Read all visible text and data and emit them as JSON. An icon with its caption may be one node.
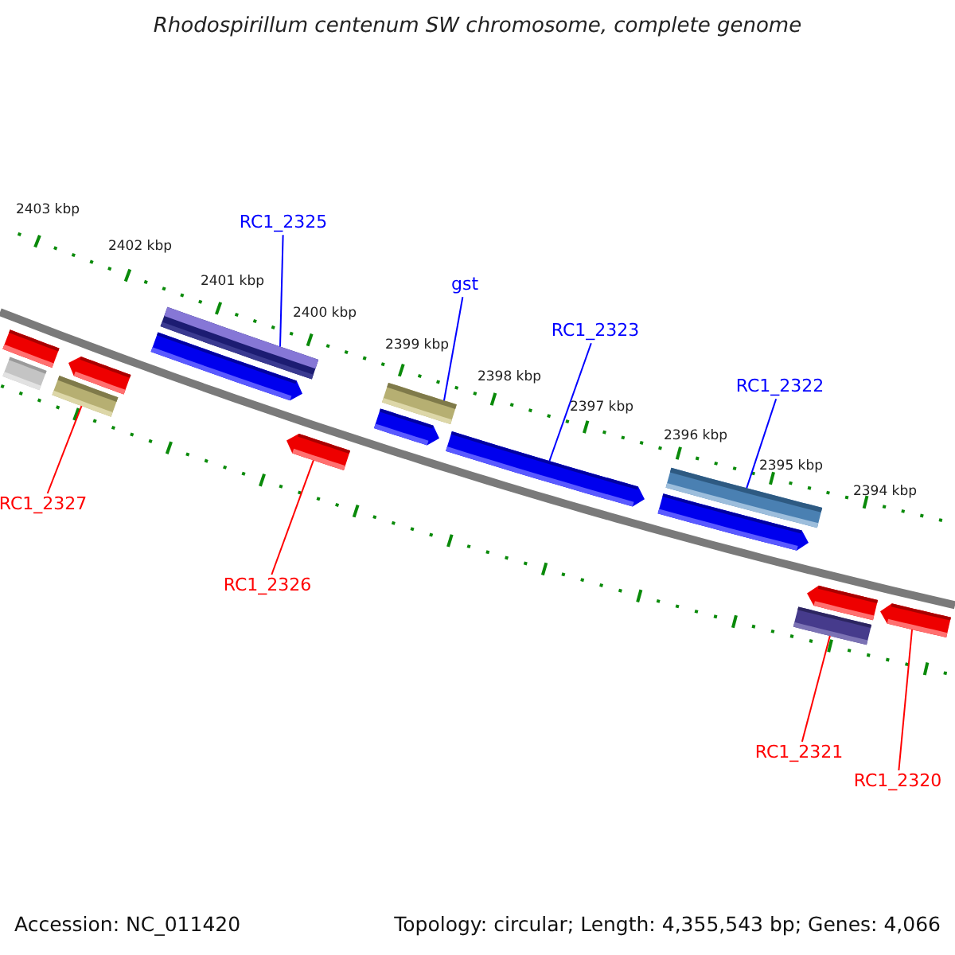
{
  "diagram": {
    "title": "Rhodospirillum centenum SW chromosome, complete genome",
    "nodes": [
      {
        "text": [
          "RC1_2325"
        ]
      },
      {
        "text": [
          "gst"
        ]
      },
      {
        "text": [
          "RC1_2323"
        ]
      },
      {
        "text": [
          "RC1_2322"
        ]
      },
      {
        "text": [
          "RC1_2327"
        ]
      },
      {
        "text": [
          "RC1_2326"
        ]
      },
      {
        "text": [
          "RC1_2321"
        ]
      },
      {
        "text": [
          "RC1_2320"
        ]
      },
      {
        "text": [],
        "shape": "bar"
      },
      {
        "text": [],
        "shape": "bar"
      },
      {
        "text": [],
        "shape": "bar"
      },
      {
        "text": [],
        "shape": "bar"
      },
      {
        "text": [],
        "shape": "bar"
      },
      {
        "text": [],
        "shape": "bar"
      },
      {
        "text": [],
        "shape": "bar"
      },
      {
        "text": [],
        "shape": "bar"
      },
      {
        "text": [],
        "shape": "bar"
      },
      {
        "text": [],
        "shape": "bar"
      },
      {
        "text": [],
        "shape": "bar"
      },
      {
        "text": [],
        "shape": "bar"
      },
      {
        "text": [],
        "shape": "bar"
      },
      {
        "text": [],
        "shape": "bar"
      },
      {
        "text": [],
        "shape": "bar"
      }
    ],
    "edges": [
      {
        "from": 0,
        "to": 12,
        "arrow": "none"
      },
      {
        "from": 1,
        "to": 15,
        "arrow": "none"
      },
      {
        "from": 2,
        "to": 17,
        "arrow": "none"
      },
      {
        "from": 3,
        "to": 18,
        "arrow": "none"
      },
      {
        "from": 4,
        "to": 11,
        "arrow": "none",
        "color": "#ff0000"
      },
      {
        "from": 5,
        "to": 14,
        "arrow": "none",
        "color": "#ff0000"
      },
      {
        "from": 6,
        "to": 20,
        "arrow": "none",
        "color": "#ff0000"
      },
      {
        "from": 7,
        "to": 22,
        "arrow": "none",
        "color": "#ff0000"
      }
    ],
    "labels": [
      "2403 kbp",
      "2402 kbp",
      "2401 kbp",
      "2400 kbp",
      "2399 kbp",
      "2398 kbp",
      "2397 kbp",
      "2396 kbp",
      "2395 kbp",
      "2394 kbp",
      "Accession: NC_011420",
      "Topology: circular; Length: 4,355,543 bp; Genes: 4,066"
    ]
  }
}
